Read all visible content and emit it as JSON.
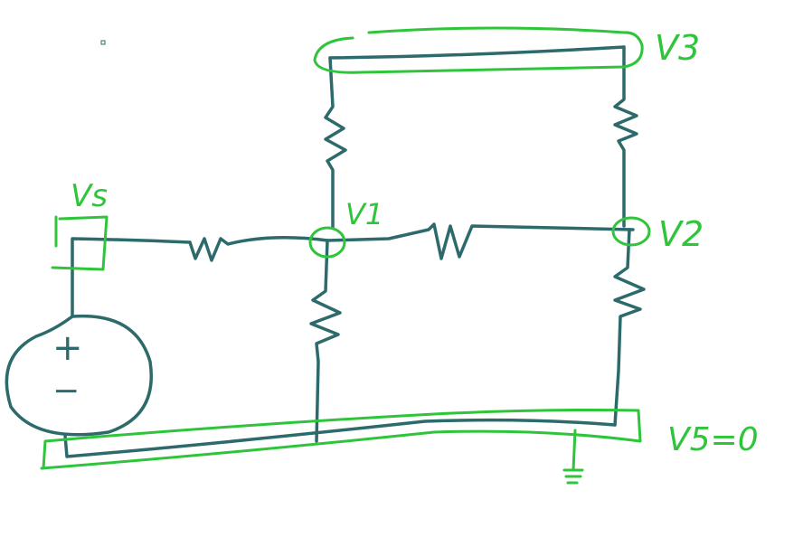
{
  "colors": {
    "background": "#ffffff",
    "circuit_ink": "#2d6a6b",
    "annotation_ink": "#2fc53b"
  },
  "diagram": {
    "labels": {
      "vs": "Vs",
      "v1": "V1",
      "v2": "V2",
      "v3": "V3",
      "ground_node": "V5=0"
    },
    "source": {
      "plus": "+",
      "minus": "−"
    }
  }
}
